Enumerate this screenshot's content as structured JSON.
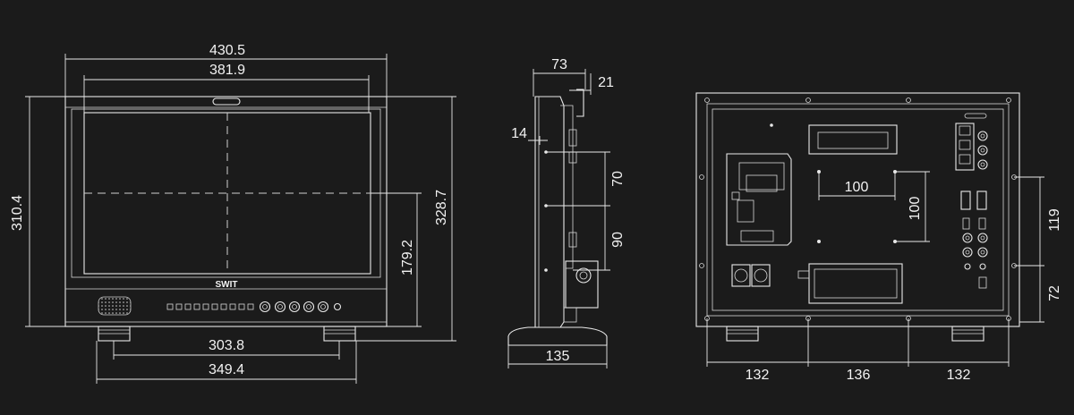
{
  "front_view": {
    "overall_width": "430.5",
    "screen_width": "381.9",
    "overall_height": "310.4",
    "height_with_feet": "328.7",
    "mount_height": "179.2",
    "feet_inner_spacing": "303.8",
    "feet_outer_spacing": "349.4",
    "brand_logo": "SWIT"
  },
  "side_view": {
    "depth": "73",
    "handle_depth": "21",
    "offset": "14",
    "hole_spacing_upper": "70",
    "hole_spacing_lower": "90",
    "base_depth": "135"
  },
  "rear_view": {
    "vesa_horizontal": "100",
    "vesa_vertical": "100",
    "right_hole_spacing_upper": "119",
    "right_hole_spacing_lower": "72",
    "bottom_spacing_left": "132",
    "bottom_spacing_middle": "136",
    "bottom_spacing_right": "132"
  }
}
